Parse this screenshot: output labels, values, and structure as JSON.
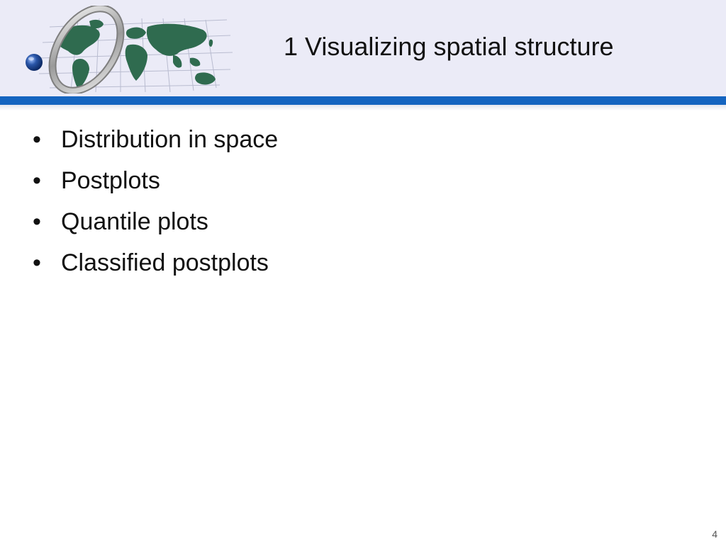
{
  "slide": {
    "title": "1 Visualizing spatial structure",
    "bullet_marker": "•",
    "bullets": [
      "Distribution in space",
      "Postplots",
      "Quantile plots",
      "Classified postplots"
    ],
    "page_number": "4"
  },
  "theme": {
    "header_background": "#ebebf7",
    "accent_bar": "#1565c0",
    "map_green": "#2f6b4f",
    "orb_blue": "#2a56a8"
  },
  "logo": {
    "icon": "globe-map-icon"
  }
}
